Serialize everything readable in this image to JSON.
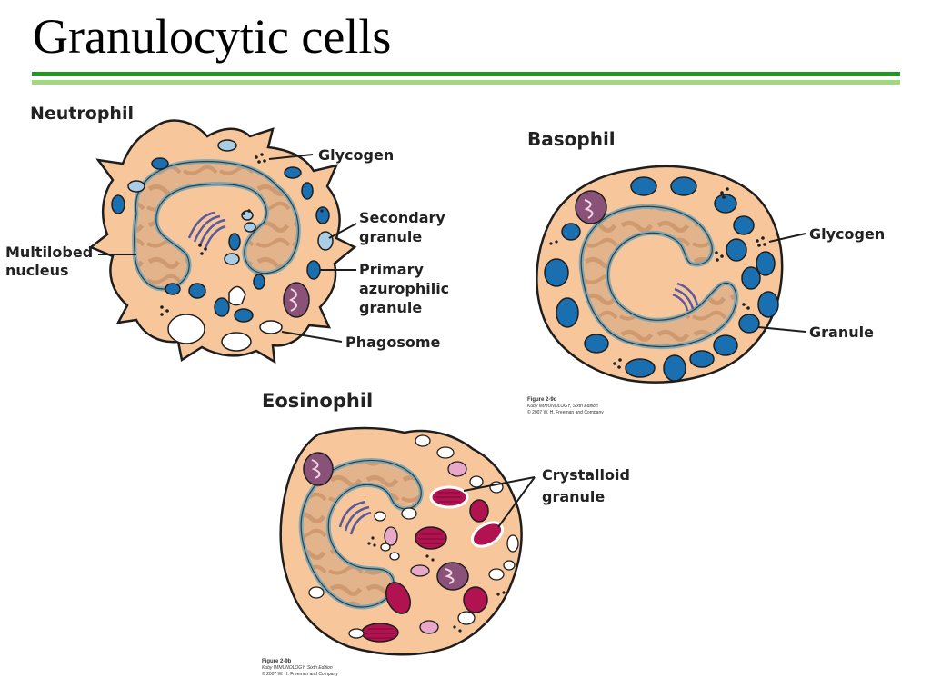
{
  "title": "Granulocytic cells",
  "colors": {
    "rule_dark": "#1f9a1f",
    "rule_light": "#9fd97a",
    "cytoplasm": "#f7c79b",
    "nucleus": "#e0b089",
    "granule_blue": "#1a6fb0",
    "granule_pale": "#a9cde4",
    "granule_magenta": "#b0134f",
    "granule_pink": "#e8a8c8",
    "mito": "#8a5278"
  },
  "neutrophil": {
    "heading": "Neutrophil",
    "labels": {
      "glycogen": "Glycogen",
      "secondary": [
        "Secondary",
        "granule"
      ],
      "nucleus": [
        "Multilobed",
        "nucleus"
      ],
      "primary": [
        "Primary",
        "azurophilic",
        "granule"
      ],
      "phagosome": "Phagosome"
    }
  },
  "basophil": {
    "heading": "Basophil",
    "labels": {
      "glycogen": "Glycogen",
      "granule": "Granule"
    },
    "figure": {
      "line1": "Figure 2-9c",
      "line2": "Kuby IMMUNOLOGY, Sixth Edition",
      "line3": "© 2007 W. H. Freeman and Company"
    }
  },
  "eosinophil": {
    "heading": "Eosinophil",
    "labels": {
      "crystalloid": [
        "Crystalloid",
        "granule"
      ]
    },
    "figure": {
      "line1": "Figure 2-9b",
      "line2": "Kuby IMMUNOLOGY, Sixth Edition",
      "line3": "© 2007 W. H. Freeman and Company"
    }
  }
}
